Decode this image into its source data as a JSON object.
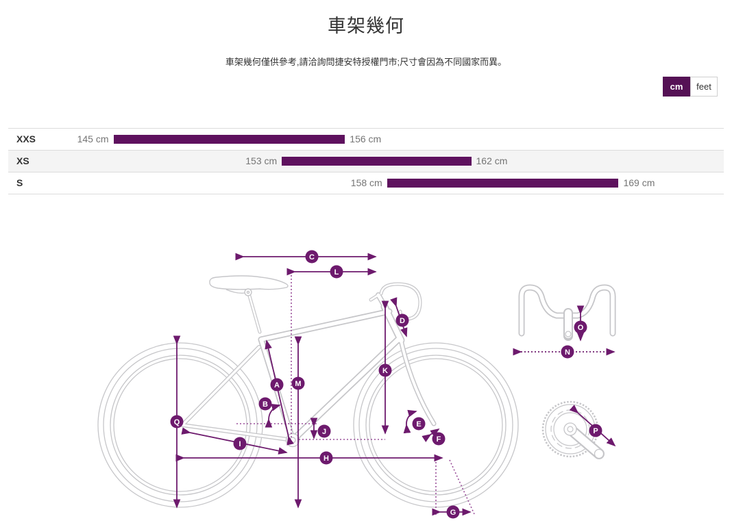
{
  "page": {
    "title": "車架幾何",
    "subtitle": "車架幾何僅供參考,請洽詢問捷安特授權門市;尺寸會因為不同國家而異。"
  },
  "unit_toggle": {
    "options": [
      {
        "label": "cm",
        "selected": true
      },
      {
        "label": "feet",
        "selected": false
      }
    ]
  },
  "chart_data": {
    "type": "bar",
    "orientation": "horizontal-range",
    "categories": [
      "XXS",
      "XS",
      "S"
    ],
    "values": [
      [
        145,
        156
      ],
      [
        153,
        162
      ],
      [
        158,
        169
      ]
    ],
    "unit": "cm",
    "xlim": [
      140,
      174
    ],
    "grid": false,
    "bar_color": "#5e115e",
    "value_label_format": "{value} cm"
  },
  "diagram": {
    "labels": [
      "A",
      "B",
      "C",
      "D",
      "E",
      "F",
      "G",
      "H",
      "I",
      "J",
      "K",
      "L",
      "M",
      "N",
      "O",
      "P",
      "Q"
    ]
  },
  "colors": {
    "accent_purple": "#6d1a6d",
    "bar_purple": "#5e115e",
    "toggle_purple": "#551155",
    "dotted_purple": "#9a4f9a",
    "bike_gray": "#c6c6c9",
    "text_dark": "#333333",
    "text_gray": "#757575"
  }
}
